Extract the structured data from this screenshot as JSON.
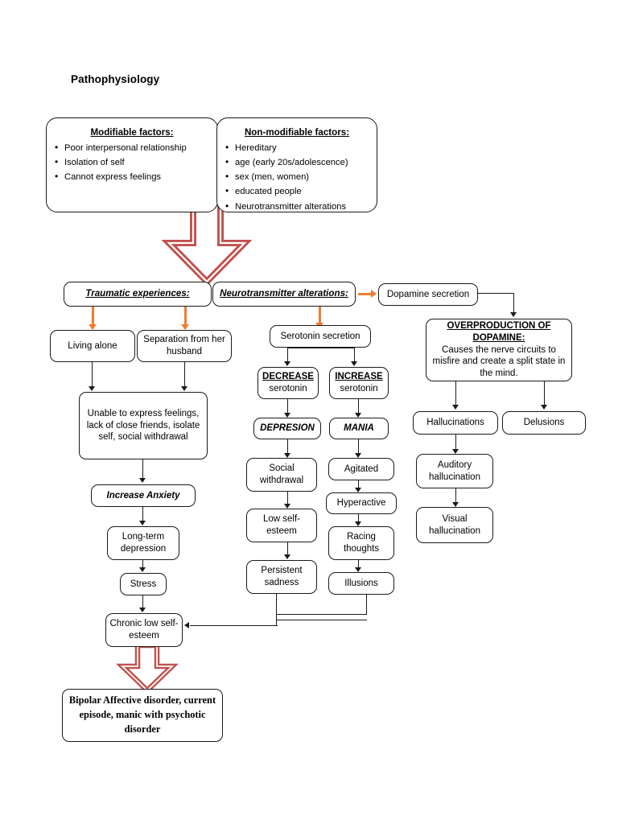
{
  "page": {
    "title": "Pathophysiology",
    "colors": {
      "outline": "#1a1a1a",
      "orange_arrow": "#ED7D31",
      "red_block_arrow": "#C0504D",
      "background": "#ffffff"
    }
  },
  "factors": {
    "modifiable": {
      "heading": "Modifiable factors:",
      "items": [
        "Poor interpersonal relationship",
        "Isolation of self",
        "Cannot express feelings"
      ]
    },
    "non_modifiable": {
      "heading": "Non-modifiable factors:",
      "items": [
        "Hereditary",
        "age (early 20s/adolescence)",
        "sex (men, women)",
        " educated people",
        "Neurotransmitter alterations"
      ]
    }
  },
  "headers": {
    "traumatic": "Traumatic experiences:",
    "neurotransmitter": "Neurotransmitter alterations:"
  },
  "left_branch": {
    "living_alone": "Living alone",
    "separation": "Separation from her husband",
    "unable": "Unable to express feelings, lack of close friends, isolate self, social withdrawal",
    "anxiety": "Increase Anxiety",
    "long_term": "Long-term depression",
    "stress": "Stress",
    "chronic": "Chronic low self-esteem"
  },
  "serotonin_branch": {
    "secretion": "Serotonin secretion",
    "decrease_l1": "DECREASE",
    "decrease_l2": "serotonin",
    "increase_l1": "INCREASE",
    "increase_l2": "serotonin",
    "depression": "DEPRESION",
    "mania": "MANIA",
    "social_withdrawal": "Social withdrawal",
    "low_self_esteem": "Low self-esteem",
    "persistent_sadness": "Persistent sadness",
    "agitated": "Agitated",
    "hyperactive": "Hyperactive",
    "racing_thoughts": "Racing thoughts",
    "illusions": "Illusions"
  },
  "dopamine_branch": {
    "secretion": "Dopamine secretion",
    "overproduction_l1": "OVERPRODUCTION OF",
    "overproduction_l2": "DOPAMINE:",
    "overproduction_body": "Causes the nerve circuits to misfire and create a split state in the mind.",
    "hallucinations": "Hallucinations",
    "delusions": "Delusions",
    "auditory": "Auditory hallucination",
    "visual": "Visual hallucination"
  },
  "diagnosis": {
    "text": "Bipolar Affective disorder, current episode, manic with psychotic disorder"
  }
}
